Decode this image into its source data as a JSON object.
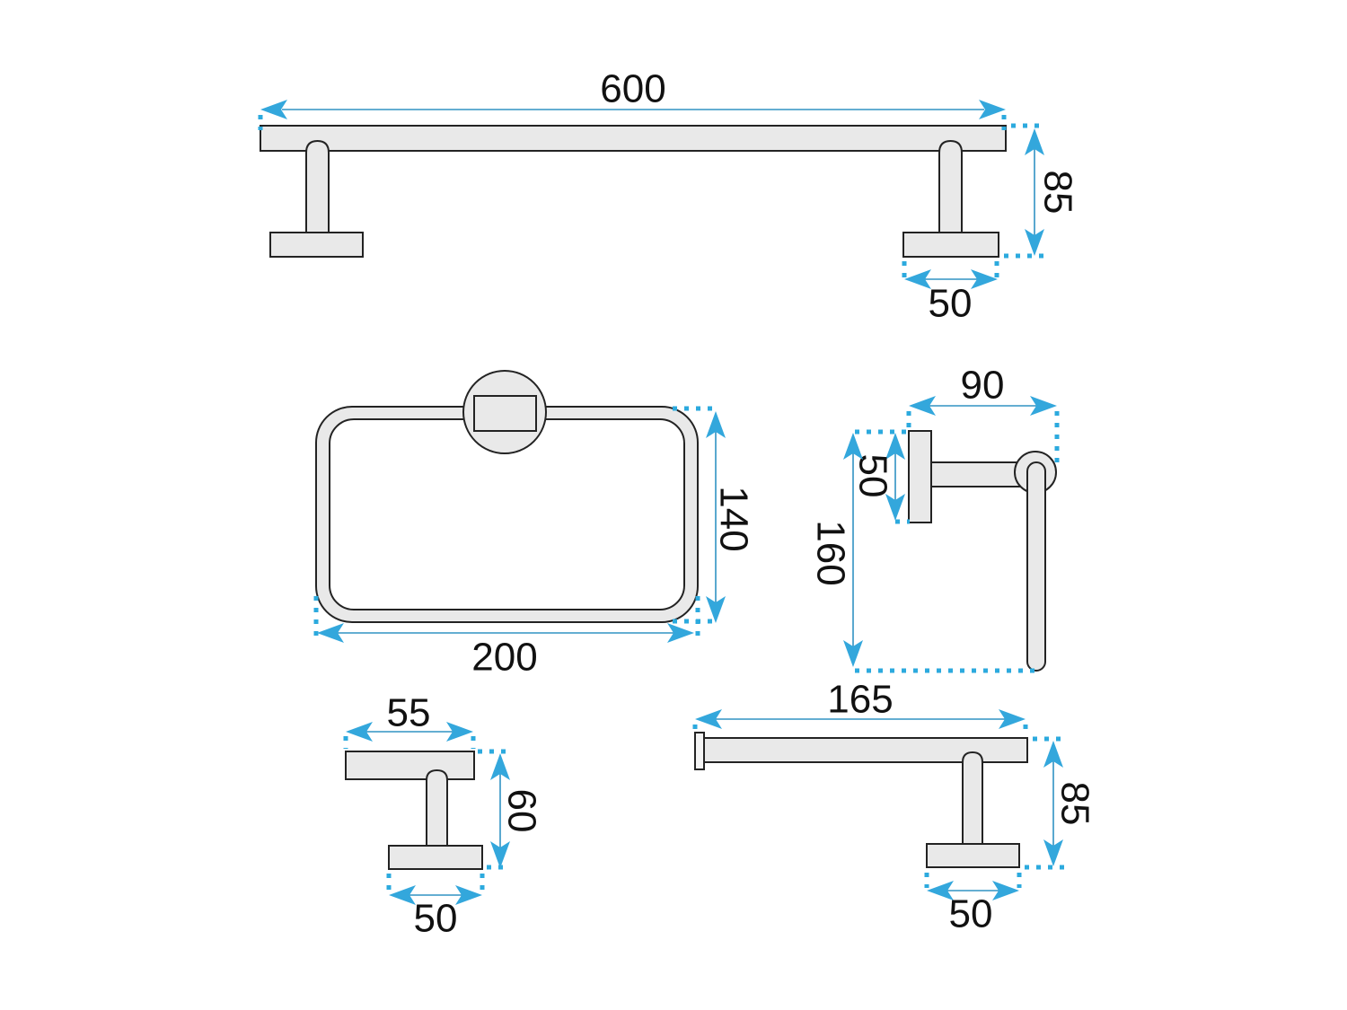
{
  "drawing": {
    "type": "technical-dimension-diagram",
    "subject": "bathroom accessories set - five fixtures with millimeter dimensions"
  },
  "colors": {
    "background": "#ffffff",
    "shape_fill": "#e9e9e9",
    "shape_outline": "#232323",
    "dimension_line": "#3193c3",
    "dimension_arrow": "#33a7dc",
    "dimension_dots": "#2caade",
    "label_text": "#111111"
  },
  "figures": {
    "towel_bar": {
      "length": "600",
      "height": "85",
      "base_width": "50"
    },
    "towel_ring": {
      "width": "200",
      "height": "140"
    },
    "towel_hook": {
      "top_width": "90",
      "plate_height": "50",
      "height": "160"
    },
    "robe_hook": {
      "top_width": "55",
      "height": "60",
      "base_width": "50"
    },
    "paper_holder": {
      "length": "165",
      "height": "85",
      "base_width": "50"
    }
  }
}
